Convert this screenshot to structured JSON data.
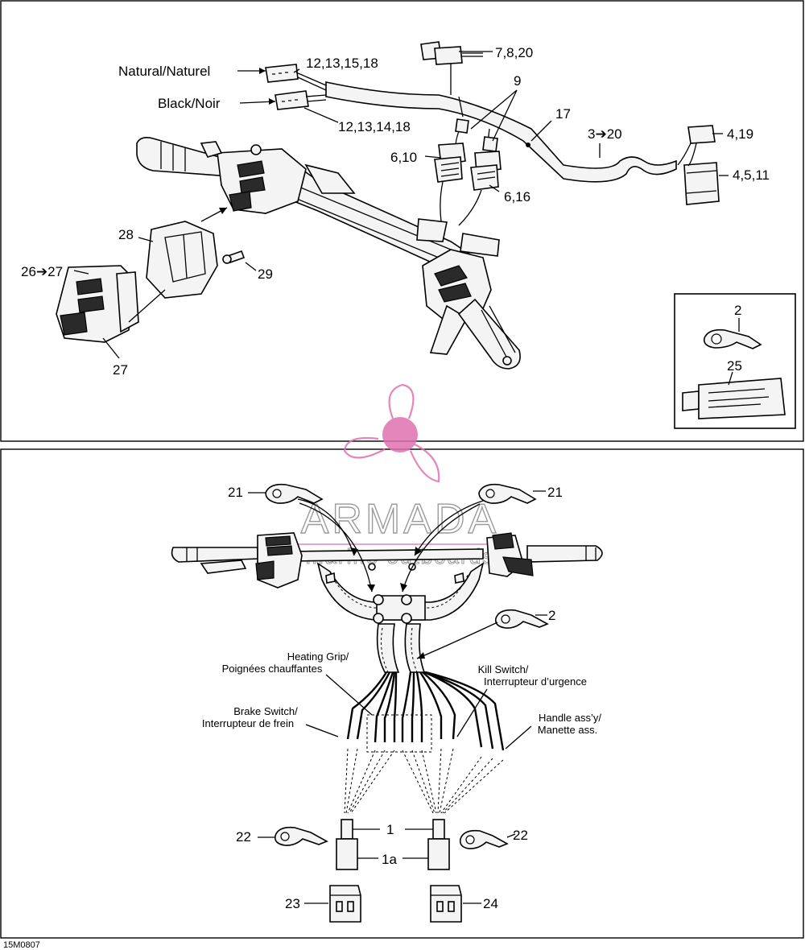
{
  "top_panel": {
    "labels": {
      "natural": "Natural/Naturel",
      "black": "Black/Noir",
      "p_12_13_15_18": "12,13,15,18",
      "p_12_13_14_18": "12,13,14,18",
      "p_7_8_20": "7,8,20",
      "p_9": "9",
      "p_17": "17",
      "p_3_20": "3➔20",
      "p_4_19": "4,19",
      "p_4_5_11": "4,5,11",
      "p_6_10": "6,10",
      "p_6_16": "6,16",
      "p_28": "28",
      "p_29": "29",
      "p_26_27": "26➔27",
      "p_27": "27"
    },
    "inset": {
      "p_2": "2",
      "p_25": "25"
    }
  },
  "bottom_panel": {
    "labels": {
      "p_21_left": "21",
      "p_21_right": "21",
      "p_2": "2",
      "heating_grip_1": "Heating Grip/",
      "heating_grip_2": "Poignées chauffantes",
      "kill_switch_1": "Kill Switch/",
      "kill_switch_2": "Interrupteur d’urgence",
      "brake_switch_1": "Brake Switch/",
      "brake_switch_2": "Interrupteur de frein",
      "handle_assy_1": "Handle ass’y/",
      "handle_assy_2": "Manette ass.",
      "p_1": "1",
      "p_1a": "1a",
      "p_22_left": "22",
      "p_22_right": "22",
      "p_23": "23",
      "p_24": "24"
    }
  },
  "watermark": {
    "brand": "ARMADA",
    "tagline": "marine outboards"
  },
  "figure_code": "15M0807",
  "colors": {
    "watermark": "#e070b0",
    "line": "#000000"
  }
}
